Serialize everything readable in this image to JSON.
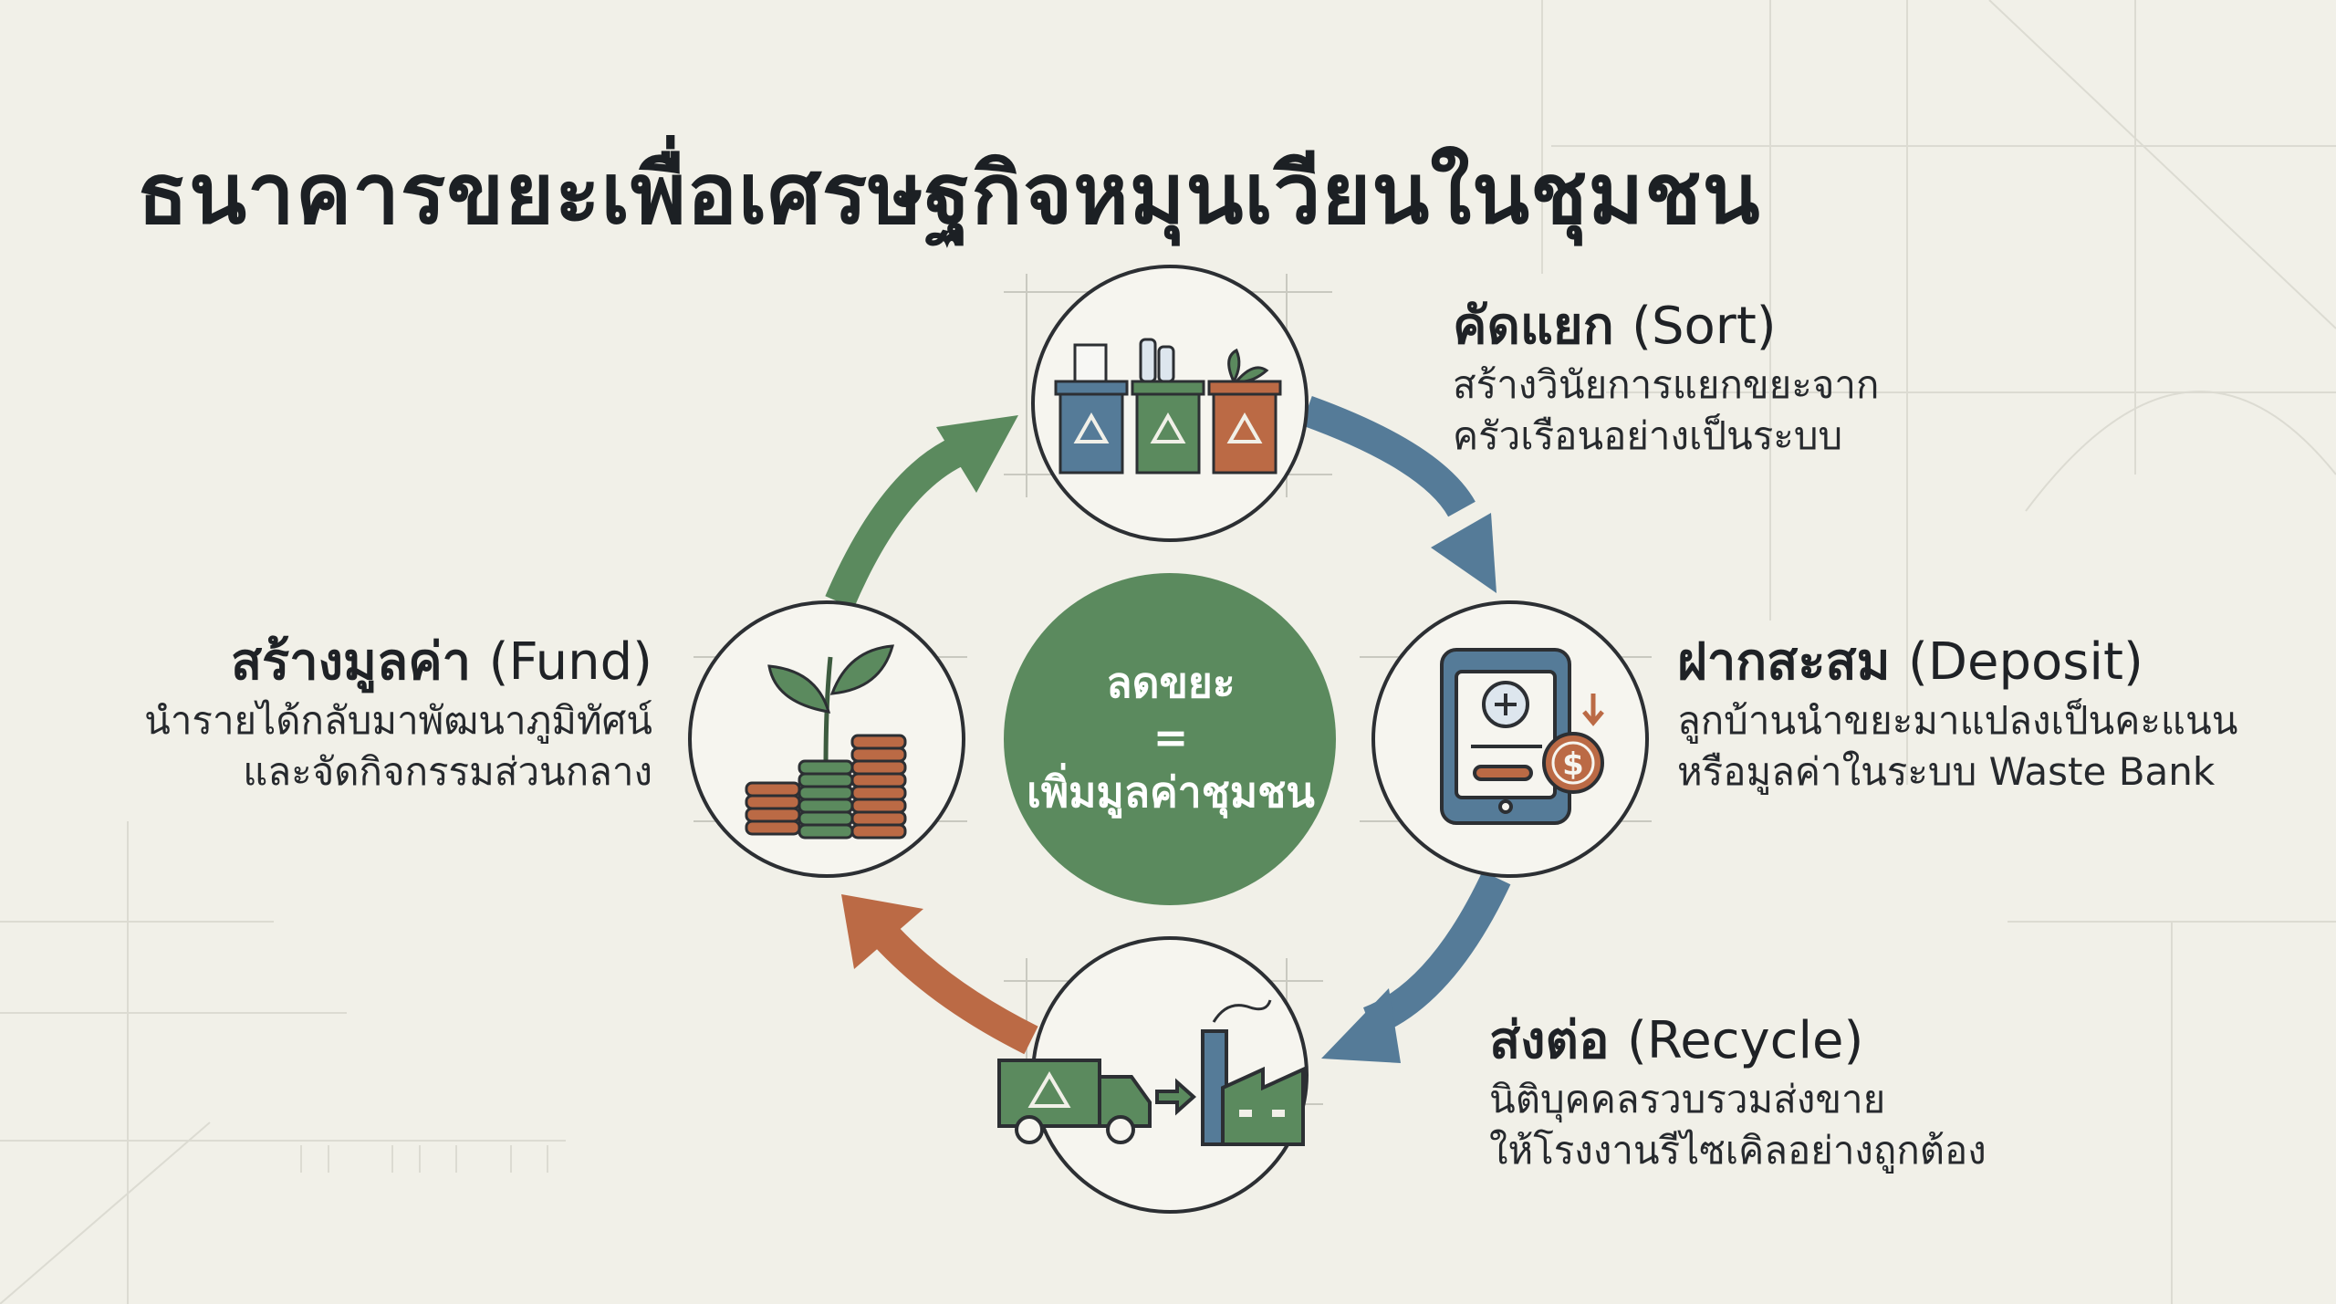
{
  "title": "ธนาคารขยะเพื่อเศรษฐกิจหมุนเวียนในชุมชน",
  "center": {
    "line1": "ลดขยะ",
    "line2": "=",
    "line3": "เพิ่มมูลค่าชุมชน"
  },
  "stages": {
    "sort": {
      "title_th": "คัดแยก",
      "title_en": "(Sort)",
      "desc_line1": "สร้างวินัยการแยกขยะจาก",
      "desc_line2": "ครัวเรือนอย่างเป็นระบบ"
    },
    "deposit": {
      "title_th": "ฝากสะสม",
      "title_en": "(Deposit)",
      "desc_line1": "ลูกบ้านนำขยะมาแปลงเป็นคะแนน",
      "desc_line2": "หรือมูลค่าในระบบ Waste Bank"
    },
    "recycle": {
      "title_th": "ส่งต่อ",
      "title_en": "(Recycle)",
      "desc_line1": "นิติบุคคลรวบรวมส่งขาย",
      "desc_line2": "ให้โรงงานรีไซเคิลอย่างถูกต้อง"
    },
    "fund": {
      "title_th": "สร้างมูลค่า",
      "title_en": "(Fund)",
      "desc_line1": "นำรายได้กลับมาพัฒนาภูมิทัศน์",
      "desc_line2": "และจัดกิจกรรมส่วนกลาง"
    }
  },
  "icons": {
    "sort": "recycling-bins-icon",
    "deposit": "tablet-deposit-icon",
    "recycle": "truck-factory-icon",
    "fund": "plant-coins-icon"
  },
  "colors": {
    "background": "#f1f0e8",
    "green": "#5b8a5e",
    "blue": "#557b98",
    "rust": "#bb6a45",
    "ink": "#1f2226"
  }
}
